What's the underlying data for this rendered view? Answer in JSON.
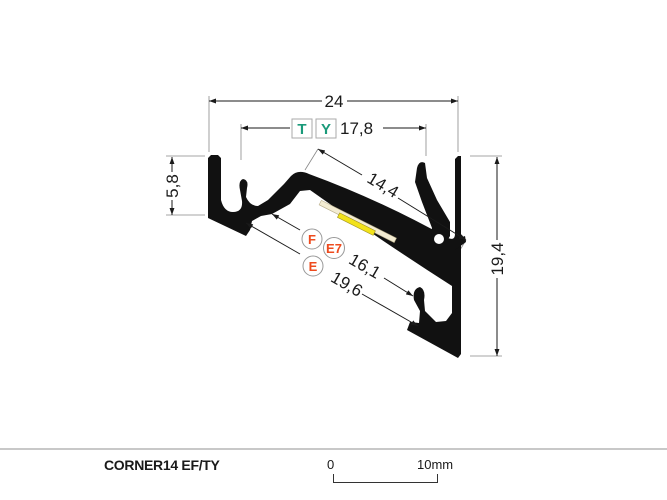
{
  "drawing": {
    "dimensions": {
      "width_total": "24",
      "width_inner": "17,8",
      "height_left": "5,8",
      "height_total": "19,4",
      "diffuser_width": "14,4",
      "strip_width_f_e7": "16,1",
      "strip_width_e": "19,6"
    },
    "badges": {
      "t": "T",
      "y": "Y",
      "f": "F",
      "e7": "E7",
      "e": "E"
    },
    "colors": {
      "profile": "#111111",
      "led_strip": "#f3ecd2",
      "led_chip": "#f2e21a",
      "badge_green": "#1a9a7a",
      "badge_red": "#ee4b1e"
    }
  },
  "footer": {
    "product_name": "CORNER14 EF/TY",
    "scale_start": "0",
    "scale_end": "10mm"
  }
}
